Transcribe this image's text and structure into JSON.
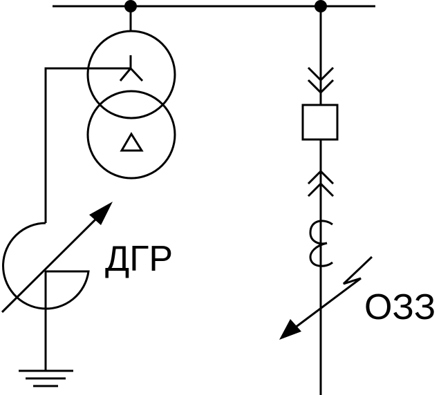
{
  "labels": {
    "arc_suppression_reactor": "ДГР",
    "single_phase_ground_fault": "ОЗЗ"
  },
  "colors": {
    "line": "#000000",
    "background": "#ffffff"
  },
  "symbols": {
    "transformer_winding_1": "star-wye",
    "transformer_winding_2": "delta-triangle",
    "reactor": "adjustable-coil",
    "breaker": "circuit-breaker-square",
    "current_transformer": "ct-coil",
    "fault": "lightning-arrow",
    "ground": "earth-ground"
  }
}
